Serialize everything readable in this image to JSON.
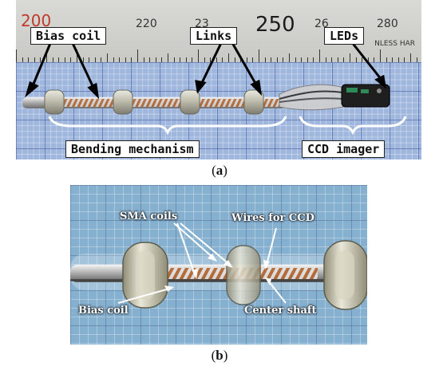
{
  "panel_a": {
    "ruler_numbers": [
      "200",
      "220",
      "23",
      "250",
      "26",
      "280"
    ],
    "ruler_brand": "NLESS HAR",
    "labels": {
      "bias_coil": "Bias coil",
      "links": "Links",
      "leds": "LEDs",
      "bending_mechanism": "Bending mechanism",
      "ccd_imager": "CCD imager"
    },
    "caption_letter": "a"
  },
  "panel_b": {
    "labels": {
      "sma_coils": "SMA coils",
      "wires_for_ccd": "Wires for CCD",
      "bias_coil": "Bias coil",
      "center_shaft": "Center shaft"
    },
    "caption_letter": "b"
  },
  "colors": {
    "grid_blue": "#9fb6dd",
    "ruler_gray": "#cfd0cb",
    "copper": "#b5652e",
    "led_green": "#2e8b57"
  }
}
